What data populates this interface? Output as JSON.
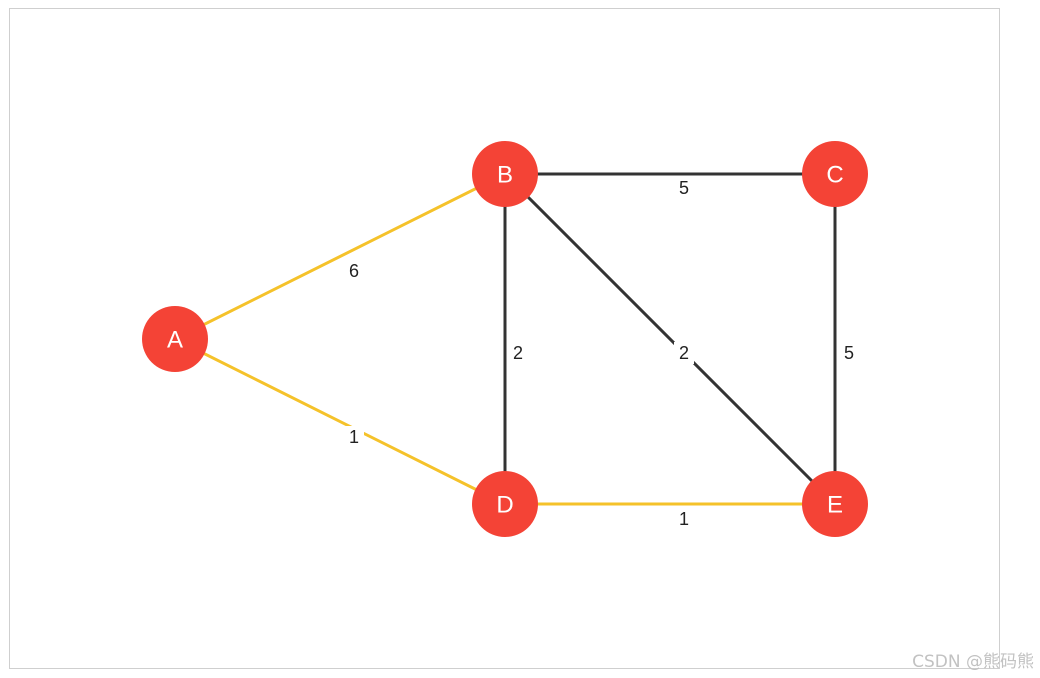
{
  "graph": {
    "nodes": [
      {
        "id": "A",
        "label": "A"
      },
      {
        "id": "B",
        "label": "B"
      },
      {
        "id": "C",
        "label": "C"
      },
      {
        "id": "D",
        "label": "D"
      },
      {
        "id": "E",
        "label": "E"
      }
    ],
    "edges": [
      {
        "from": "A",
        "to": "B",
        "weight": "6",
        "highlighted": true
      },
      {
        "from": "A",
        "to": "D",
        "weight": "1",
        "highlighted": true
      },
      {
        "from": "B",
        "to": "C",
        "weight": "5",
        "highlighted": false
      },
      {
        "from": "B",
        "to": "D",
        "weight": "2",
        "highlighted": false
      },
      {
        "from": "B",
        "to": "E",
        "weight": "2",
        "highlighted": false
      },
      {
        "from": "C",
        "to": "E",
        "weight": "5",
        "highlighted": false
      },
      {
        "from": "D",
        "to": "E",
        "weight": "1",
        "highlighted": true
      }
    ]
  },
  "colors": {
    "node_fill": "#f44336",
    "node_text": "#ffffff",
    "edge_default": "#333333",
    "edge_highlight": "#f5c22a",
    "label_text": "#222222"
  },
  "watermark": "CSDN @熊码熊"
}
